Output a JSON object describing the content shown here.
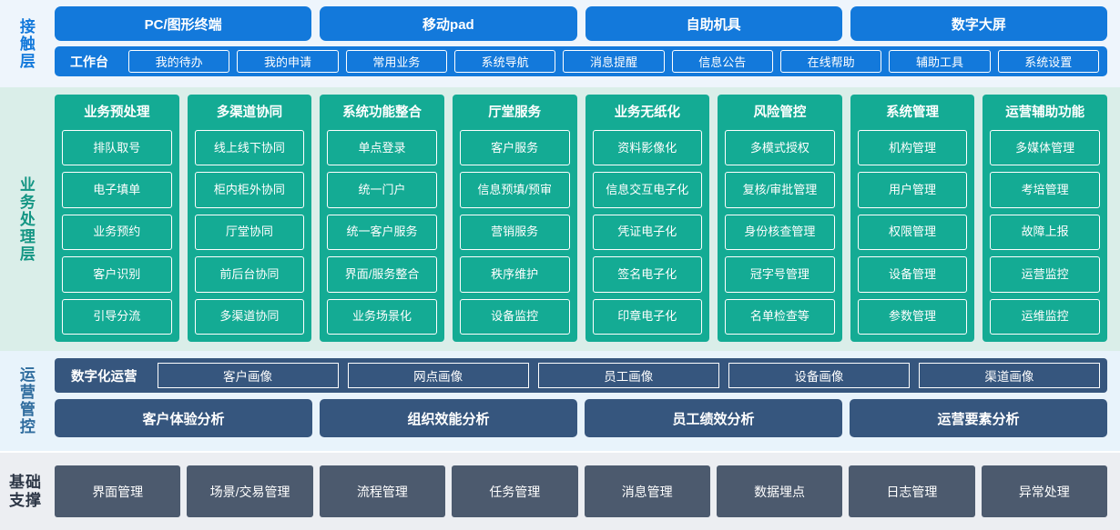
{
  "contact_layer": {
    "label": "接触层",
    "terminals": [
      "PC/图形终端",
      "移动pad",
      "自助机具",
      "数字大屏"
    ],
    "workbench_title": "工作台",
    "workbench_items": [
      "我的待办",
      "我的申请",
      "常用业务",
      "系统导航",
      "消息提醒",
      "信息公告",
      "在线帮助",
      "辅助工具",
      "系统设置"
    ]
  },
  "business_layer": {
    "label": "业务处理层",
    "columns": [
      {
        "title": "业务预处理",
        "items": [
          "排队取号",
          "电子填单",
          "业务预约",
          "客户识别",
          "引导分流"
        ]
      },
      {
        "title": "多渠道协同",
        "items": [
          "线上线下协同",
          "柜内柜外协同",
          "厅堂协同",
          "前后台协同",
          "多渠道协同"
        ]
      },
      {
        "title": "系统功能整合",
        "items": [
          "单点登录",
          "统一门户",
          "统一客户服务",
          "界面/服务整合",
          "业务场景化"
        ]
      },
      {
        "title": "厅堂服务",
        "items": [
          "客户服务",
          "信息预填/预审",
          "营销服务",
          "秩序维护",
          "设备监控"
        ]
      },
      {
        "title": "业务无纸化",
        "items": [
          "资料影像化",
          "信息交互电子化",
          "凭证电子化",
          "签名电子化",
          "印章电子化"
        ]
      },
      {
        "title": "风险管控",
        "items": [
          "多模式授权",
          "复核/审批管理",
          "身份核查管理",
          "冠字号管理",
          "名单检查等"
        ]
      },
      {
        "title": "系统管理",
        "items": [
          "机构管理",
          "用户管理",
          "权限管理",
          "设备管理",
          "参数管理"
        ]
      },
      {
        "title": "运营辅助功能",
        "items": [
          "多媒体管理",
          "考培管理",
          "故障上报",
          "运营监控",
          "运维监控"
        ]
      }
    ]
  },
  "operations_layer": {
    "label": "运营管控",
    "digital_ops_title": "数字化运营",
    "portraits": [
      "客户画像",
      "网点画像",
      "员工画像",
      "设备画像",
      "渠道画像"
    ],
    "analyses": [
      "客户体验分析",
      "组织效能分析",
      "员工绩效分析",
      "运营要素分析"
    ]
  },
  "foundation_layer": {
    "label": "基础支撑",
    "items": [
      "界面管理",
      "场景/交易管理",
      "流程管理",
      "任务管理",
      "消息管理",
      "数据埋点",
      "日志管理",
      "异常处理"
    ]
  },
  "colors": {
    "contact_blue": "#1379db",
    "contact_bg": "#eef5fc",
    "business_teal": "#14ab94",
    "business_bg": "#daeee9",
    "ops_navy": "#36567e",
    "ops_bg": "#e8f3fb",
    "base_slate": "#4c5a6e",
    "base_bg": "#eceef2"
  }
}
